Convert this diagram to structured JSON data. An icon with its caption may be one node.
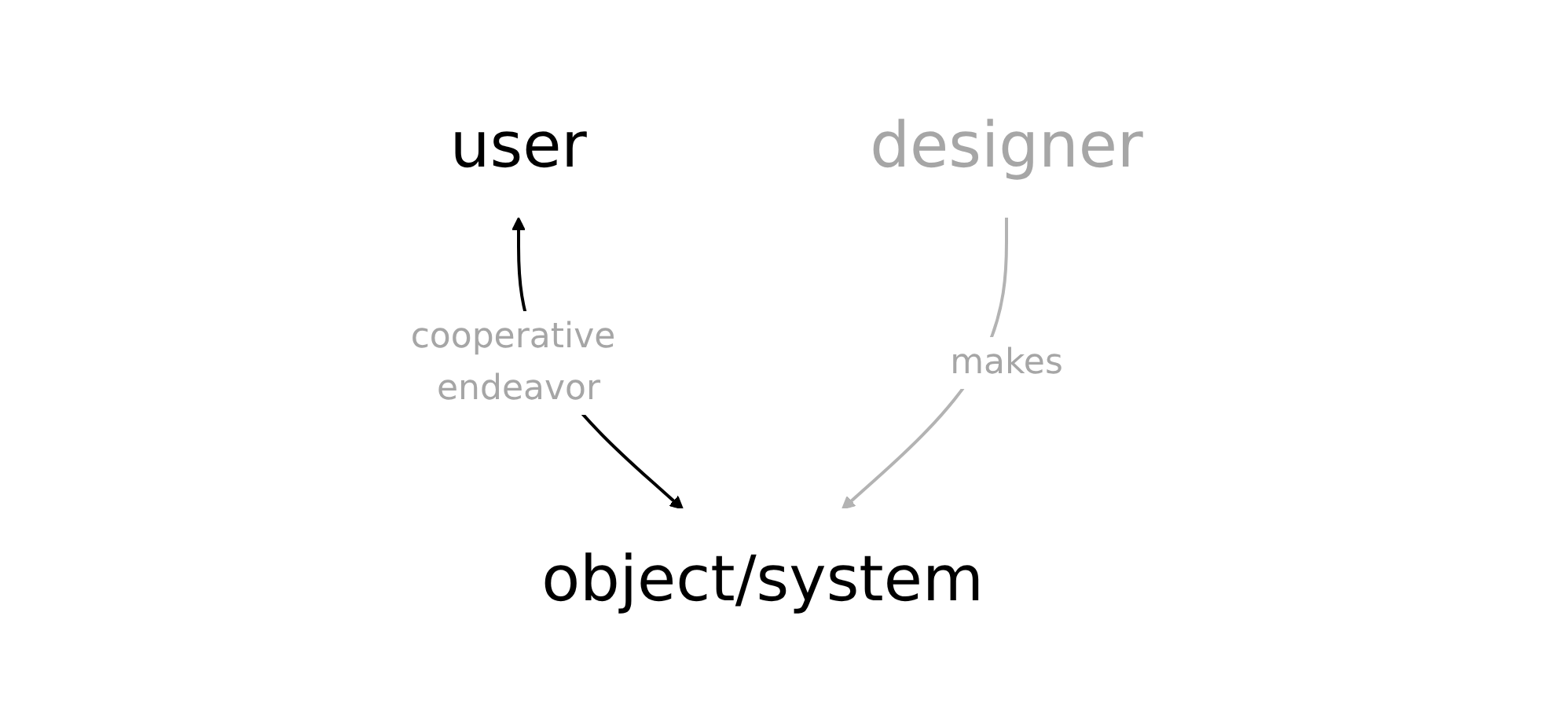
{
  "diagram": {
    "nodes": [
      {
        "text": [
          "user"
        ]
      },
      {
        "text": [
          "object/system"
        ]
      },
      {
        "text": [
          "designer"
        ]
      }
    ],
    "edges": [
      {
        "from": 0,
        "to": 1,
        "arrow": "both",
        "label": "cooperative endeavor"
      },
      {
        "from": 2,
        "to": 1,
        "arrow": "to",
        "label": "makes",
        "color": "#b3b3b3"
      }
    ]
  }
}
